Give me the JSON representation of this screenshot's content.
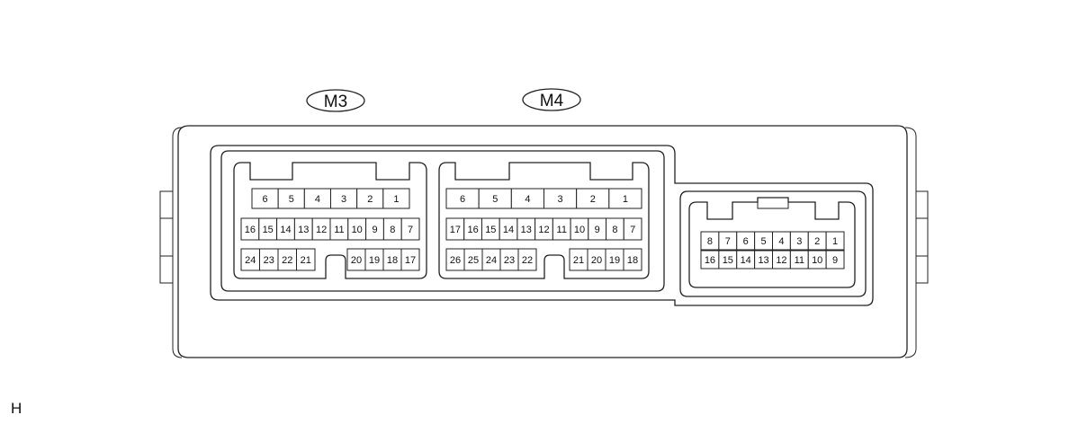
{
  "labels": {
    "m3": "M3",
    "m4": "M4",
    "corner": "H"
  },
  "connector_m3": {
    "row1": [
      "6",
      "5",
      "4",
      "3",
      "2",
      "1"
    ],
    "row2": [
      "16",
      "15",
      "14",
      "13",
      "12",
      "11",
      "10",
      "9",
      "8",
      "7"
    ],
    "row3_left": [
      "24",
      "23",
      "22",
      "21"
    ],
    "row3_right": [
      "20",
      "19",
      "18",
      "17"
    ]
  },
  "connector_m4": {
    "row1": [
      "6",
      "5",
      "4",
      "3",
      "2",
      "1"
    ],
    "row2": [
      "17",
      "16",
      "15",
      "14",
      "13",
      "12",
      "11",
      "10",
      "9",
      "8",
      "7"
    ],
    "row3_left": [
      "26",
      "25",
      "24",
      "23",
      "22"
    ],
    "row3_right": [
      "21",
      "20",
      "19",
      "18"
    ]
  },
  "connector_right": {
    "row1": [
      "8",
      "7",
      "6",
      "5",
      "4",
      "3",
      "2",
      "1"
    ],
    "row2": [
      "16",
      "15",
      "14",
      "13",
      "12",
      "11",
      "10",
      "9"
    ]
  }
}
